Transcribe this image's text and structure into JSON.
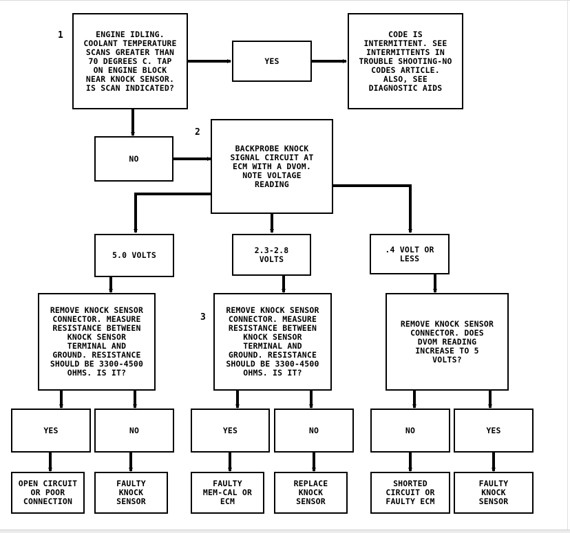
{
  "steps": {
    "s1": "1",
    "s2": "2",
    "s3": "3"
  },
  "boxes": {
    "engine_idling": "ENGINE IDLING.\nCOOLANT TEMPERATURE\nSCANS GREATER THAN\n70 DEGREES C. TAP\nON ENGINE BLOCK\nNEAR KNOCK SENSOR.\nIS SCAN INDICATED?",
    "yes_top": "YES",
    "code_intermittent": "CODE IS\nINTERMITTENT. SEE\nINTERMITTENTS IN\nTROUBLE SHOOTING-NO\nCODES ARTICLE.\nALSO, SEE\nDIAGNOSTIC AIDS",
    "no_top": "NO",
    "backprobe": "BACKPROBE KNOCK\nSIGNAL CIRCUIT AT\nECM WITH A DVOM.\nNOTE VOLTAGE\nREADING",
    "v5": "5.0 VOLTS",
    "v23": "2.3-2.8\nVOLTS",
    "v04": ".4 VOLT OR\nLESS",
    "remove_left": "REMOVE KNOCK SENSOR\nCONNECTOR. MEASURE\nRESISTANCE BETWEEN\nKNOCK SENSOR\nTERMINAL AND\nGROUND. RESISTANCE\nSHOULD BE 3300-4500\nOHMS. IS IT?",
    "remove_mid": "REMOVE KNOCK SENSOR\nCONNECTOR. MEASURE\nRESISTANCE BETWEEN\nKNOCK SENSOR\nTERMINAL AND\nGROUND. RESISTANCE\nSHOULD BE 3300-4500\nOHMS. IS IT?",
    "remove_right": "REMOVE KNOCK SENSOR\nCONNECTOR. DOES\nDVOM READING\nINCREASE TO 5\nVOLTS?",
    "yes_1": "YES",
    "no_1": "NO",
    "yes_2": "YES",
    "no_2": "NO",
    "no_3": "NO",
    "yes_3": "YES",
    "open_circuit": "OPEN CIRCUIT\nOR POOR\nCONNECTION",
    "faulty_knock_1": "FAULTY\nKNOCK\nSENSOR",
    "faulty_memcal": "FAULTY\nMEM-CAL OR\nECM",
    "replace_knock": "REPLACE\nKNOCK\nSENSOR",
    "shorted_circuit": "SHORTED\nCIRCUIT OR\nFAULTY ECM",
    "faulty_knock_2": "FAULTY\nKNOCK\nSENSOR"
  },
  "colors": {
    "line": "#000000",
    "box_fill": "#ffffff",
    "background": "#ffffff"
  }
}
